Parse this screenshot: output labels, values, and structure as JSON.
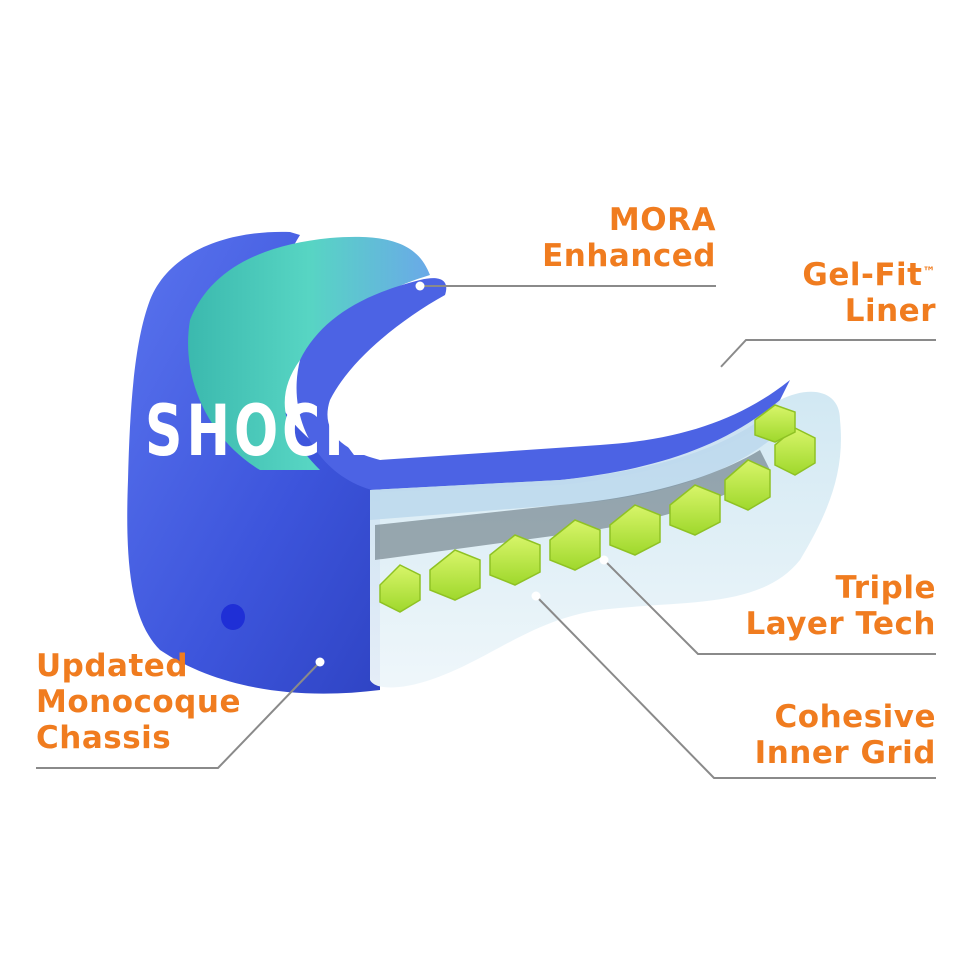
{
  "callouts": {
    "mora": {
      "line1": "MORA",
      "line2": "Enhanced"
    },
    "gel_fit": {
      "line1": "Gel-Fit",
      "trademark": "™",
      "line2": "Liner"
    },
    "triple": {
      "line1": "Triple",
      "line2": "Layer Tech"
    },
    "grid": {
      "line1": "Cohesive",
      "line2": "Inner Grid"
    },
    "chassis": {
      "line1": "Updated",
      "line2": "Monocoque",
      "line3": "Chassis"
    }
  },
  "product": {
    "brand_text": "SHOCK"
  },
  "colors": {
    "label": "#f07c1f",
    "leader": "#8a8a8a",
    "shell_blue": "#3c57e0",
    "inner_blue": "#5e7bf0",
    "teal": "#3ec8b5",
    "gel": "#b7e83d",
    "clear": "#d7e9f3"
  }
}
